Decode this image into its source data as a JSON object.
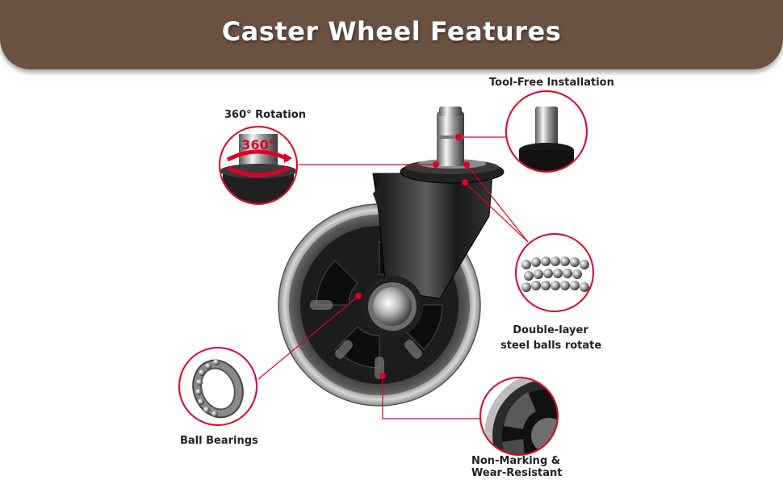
{
  "header": {
    "title": "Caster Wheel Features",
    "background": "#6a5141"
  },
  "accent_color": "#e00024",
  "rotation_badge_text": "360°",
  "features": [
    {
      "id": "rotation",
      "label_lines": [
        "360° Rotation"
      ]
    },
    {
      "id": "tool-free",
      "label_lines": [
        "Tool-Free Installation"
      ]
    },
    {
      "id": "steel-balls",
      "label_lines": [
        "Double-layer",
        "steel balls rotate"
      ]
    },
    {
      "id": "bearings",
      "label_lines": [
        "Ball Bearings"
      ]
    },
    {
      "id": "non-marking",
      "label_lines": [
        "Non-Marking &",
        "Wear-Resistant"
      ]
    }
  ]
}
